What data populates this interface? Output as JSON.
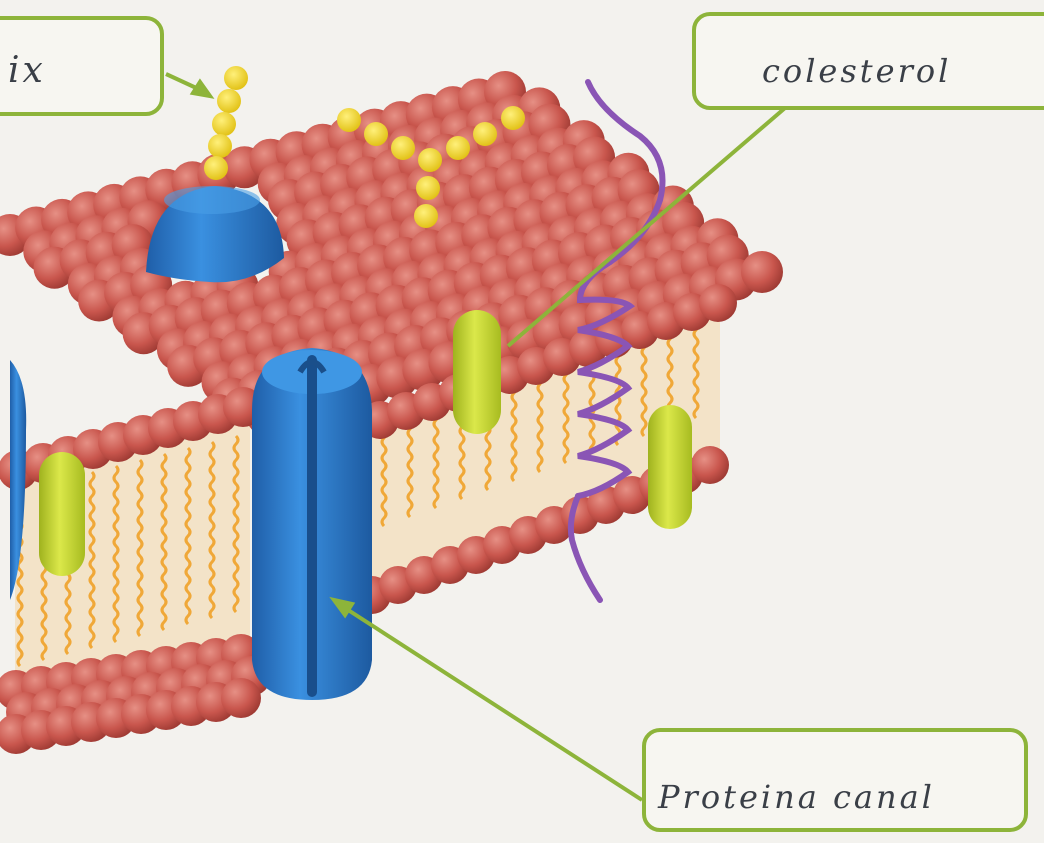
{
  "labels": {
    "top_left": "ix",
    "top_right": "colesterol",
    "bottom_right": "Proteina canal"
  },
  "colors": {
    "background": "#f3f2ee",
    "phospholipid_head": "#c9564d",
    "phospholipid_head_highlight": "#e08a80",
    "lipid_tail": "#f0a838",
    "protein": "#2f7fd4",
    "protein_dark": "#1f5ea8",
    "cholesterol": "#c6d82a",
    "glycan": "#f2d21a",
    "helix_protein": "#8a55b5",
    "label_border": "#8db43a",
    "pointer_line": "#8db43a"
  }
}
